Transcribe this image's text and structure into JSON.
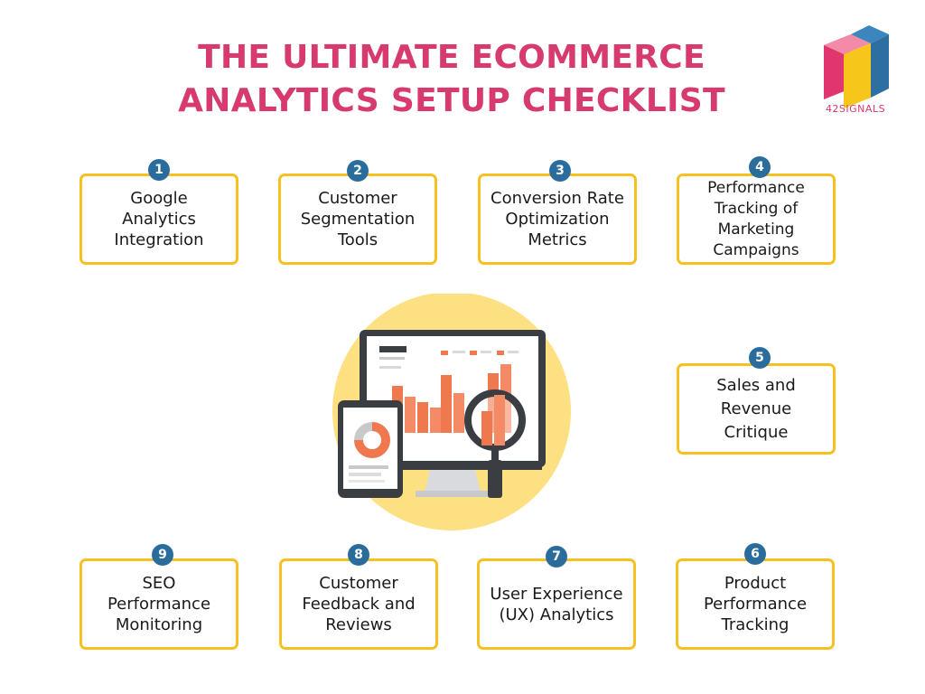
{
  "title": {
    "line1": "THE ULTIMATE ECOMMERCE",
    "line2": "ANALYTICS SETUP CHECKLIST"
  },
  "logo": {
    "text": "42SIGNALS",
    "colors": {
      "pink": "#e0356f",
      "yellow": "#f7c61b",
      "blue": "#2d6fa1"
    }
  },
  "colors": {
    "title": "#d63a6e",
    "card_border": "#f5c020",
    "badge": "#2a6d9c",
    "illustration_circle": "#fde082",
    "bars": "#f0784f"
  },
  "items": [
    {
      "number": "1",
      "label": "Google\nAnalytics\nIntegration"
    },
    {
      "number": "2",
      "label": "Customer\nSegmentation\nTools"
    },
    {
      "number": "3",
      "label": "Conversion Rate\nOptimization\nMetrics"
    },
    {
      "number": "4",
      "label": "Performance\nTracking of\nMarketing\nCampaigns"
    },
    {
      "number": "5",
      "label": "Sales and\nRevenue\nCritique"
    },
    {
      "number": "6",
      "label": "Product\nPerformance\nTracking"
    },
    {
      "number": "7",
      "label": "User Experience\n(UX) Analytics"
    },
    {
      "number": "8",
      "label": "Customer\nFeedback and\nReviews"
    },
    {
      "number": "9",
      "label": "SEO\nPerformance\nMonitoring"
    }
  ],
  "illustration": {
    "icon": "analytics-monitor-magnifier-tablet-icon"
  }
}
